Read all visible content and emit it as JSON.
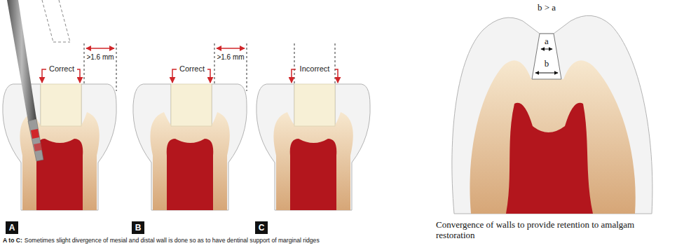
{
  "diagram": {
    "labels": [
      "Correct",
      ">1.6 mm",
      "A",
      "Correct",
      ">1.6 mm",
      "B",
      "Incorrect",
      "C",
      "A to C:",
      "Sometimes slight divergence of mesial and distal wall is done so as to have dentinal support of marginal ridges",
      "b > a",
      "a",
      "b",
      "Convergence of walls to provide retention to amalgam restoration"
    ]
  }
}
